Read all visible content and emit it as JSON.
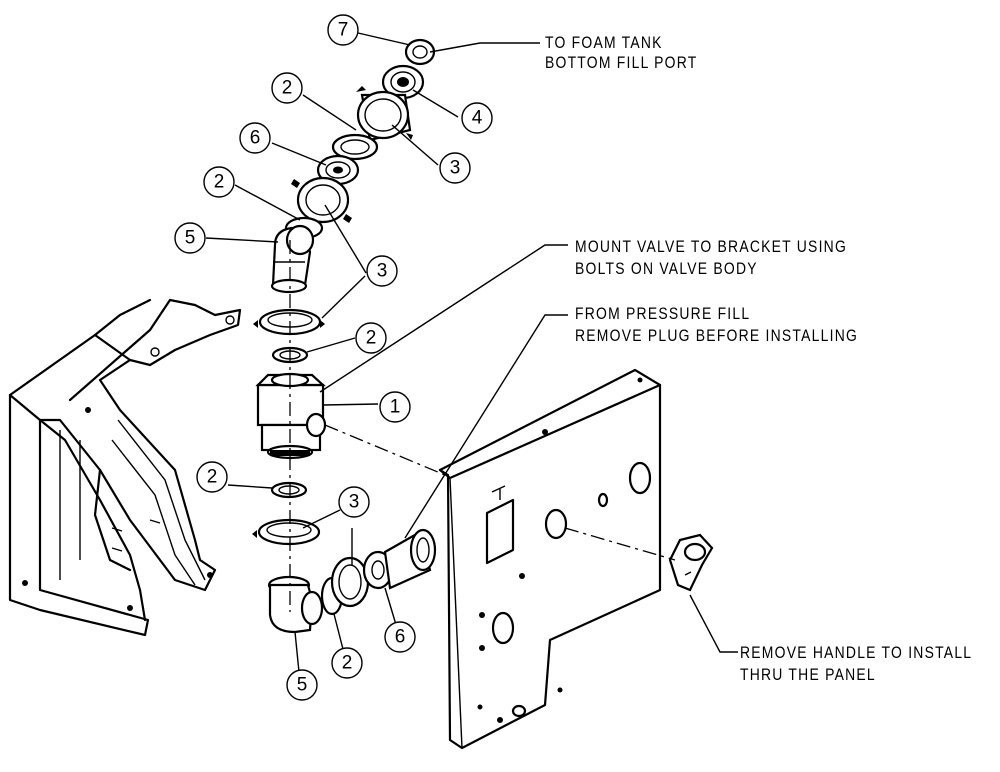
{
  "balloons": [
    {
      "id": "b7",
      "label": "7"
    },
    {
      "id": "b4",
      "label": "4"
    },
    {
      "id": "b2a",
      "label": "2"
    },
    {
      "id": "b3a",
      "label": "3"
    },
    {
      "id": "b6a",
      "label": "6"
    },
    {
      "id": "b2b",
      "label": "2"
    },
    {
      "id": "b5a",
      "label": "5"
    },
    {
      "id": "b3b",
      "label": "3"
    },
    {
      "id": "b2c",
      "label": "2"
    },
    {
      "id": "b1",
      "label": "1"
    },
    {
      "id": "b2d",
      "label": "2"
    },
    {
      "id": "b3c",
      "label": "3"
    },
    {
      "id": "b5b",
      "label": "5"
    },
    {
      "id": "b2e",
      "label": "2"
    },
    {
      "id": "b6b",
      "label": "6"
    }
  ],
  "notes": {
    "foam_tank_line1": "TO FOAM TANK",
    "foam_tank_line2": "BOTTOM FILL PORT",
    "mount_valve_line1": "MOUNT VALVE TO BRACKET USING",
    "mount_valve_line2": "BOLTS ON VALVE BODY",
    "pressure_fill_line1": "FROM PRESSURE FILL",
    "pressure_fill_line2": "REMOVE PLUG BEFORE INSTALLING",
    "remove_handle_line1": "REMOVE HANDLE TO INSTALL",
    "remove_handle_line2": "THRU THE PANEL"
  }
}
